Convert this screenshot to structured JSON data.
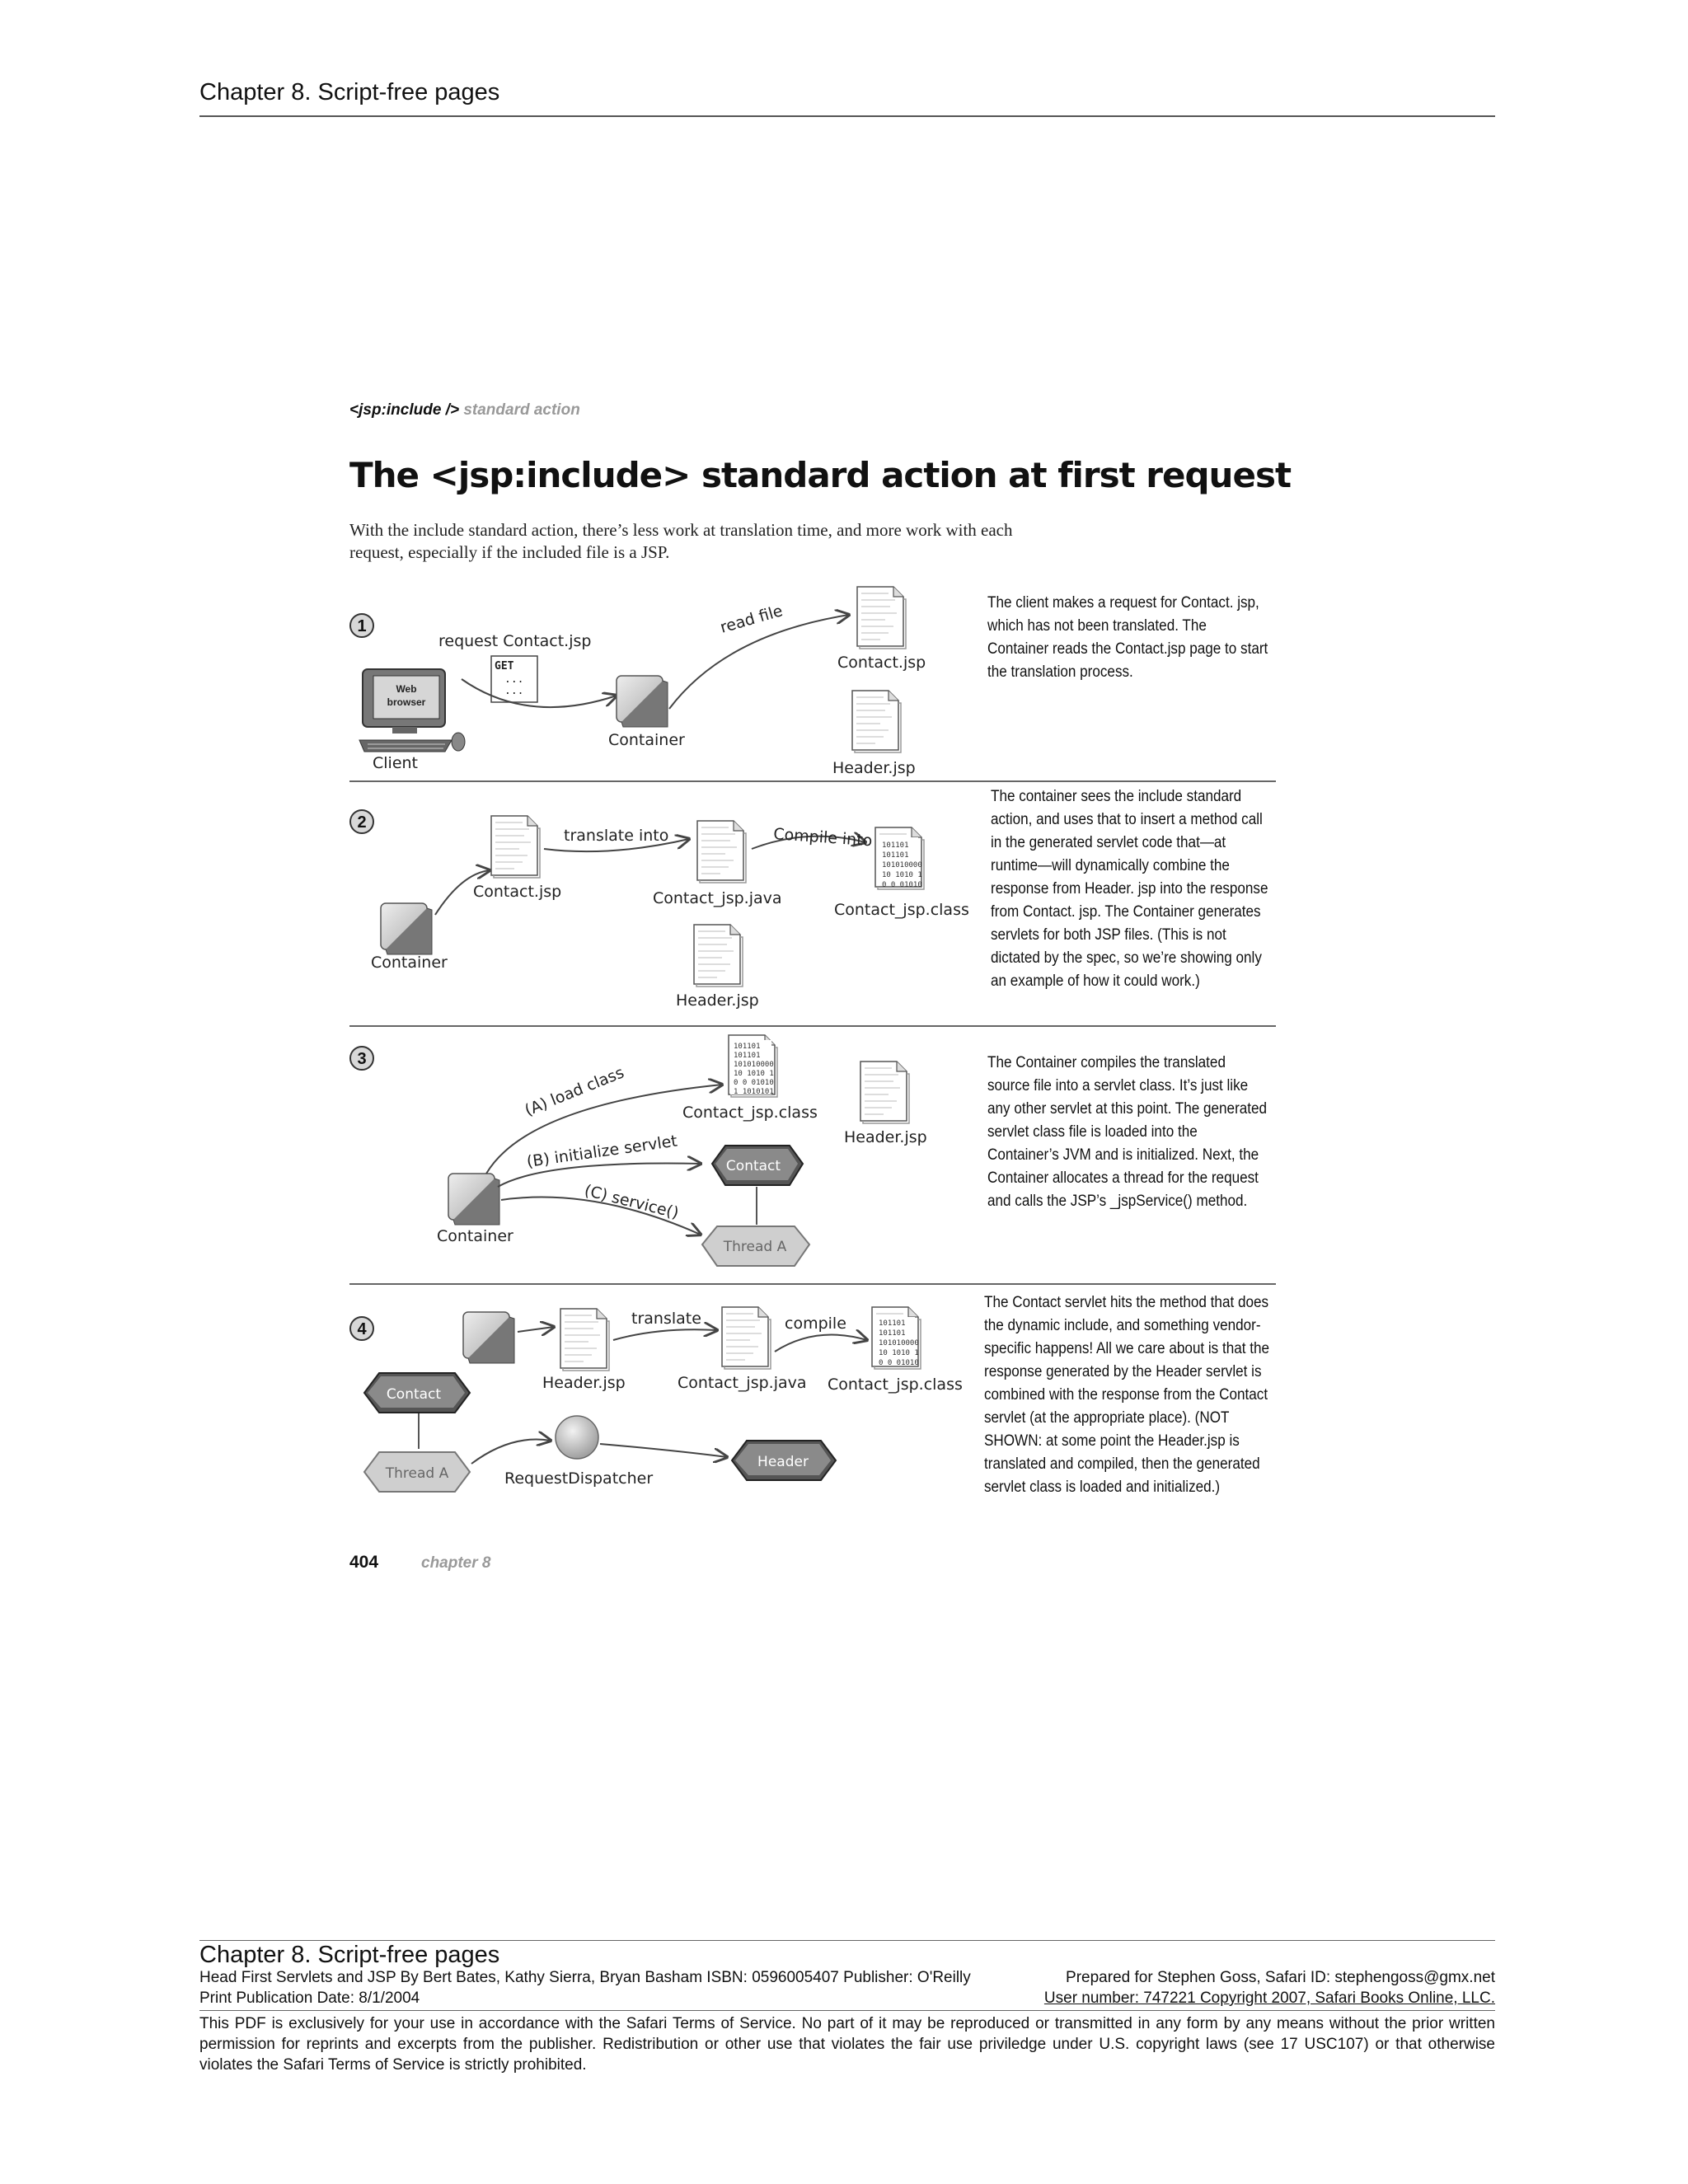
{
  "header": {
    "chapter": "Chapter 8. Script-free pages"
  },
  "page": {
    "kicker_code": "<jsp:include />",
    "kicker_label": " standard action",
    "title": "The <jsp:include> standard action at first request",
    "intro": "With the include standard action, there’s less work at translation time, and more work with each request, especially if the included file is a JSP.",
    "page_number": "404",
    "page_chapter": "chapter 8"
  },
  "steps": [
    {
      "num": "1",
      "desc": "The client makes a request for Contact. jsp, which has not been translated. The Container reads the Contact.jsp page to start the translation process.",
      "labels": {
        "request": "request Contact.jsp",
        "get": "GET",
        "dots": "...",
        "web1": "Web",
        "web2": "browser",
        "client": "Client",
        "container": "Container",
        "read": "read file",
        "contact_jsp": "Contact.jsp",
        "header_jsp": "Header.jsp"
      }
    },
    {
      "num": "2",
      "desc": "The container sees the include standard action, and uses that to insert a method call in the generated servlet code that—at runtime—will dynamically combine the response from Header. jsp into the response from Contact. jsp. The Container generates servlets for both JSP files. (This is not dictated by the spec, so we’re showing only an example of how it could work.)",
      "labels": {
        "container": "Container",
        "contact_jsp": "Contact.jsp",
        "translate": "translate into",
        "java": "Contact_jsp.java",
        "compile": "Compile into",
        "class": "Contact_jsp.class",
        "header_jsp": "Header.jsp"
      }
    },
    {
      "num": "3",
      "desc": "The Container compiles the translated source file into a servlet class.  It’s just like any other servlet at this point. The generated servlet class file is loaded into the Container’s JVM and is initialized. Next, the Container allocates a thread for the request and calls the JSP’s _jspService()  method.",
      "labels": {
        "load": "(A) load class",
        "init": "(B) initialize servlet",
        "service": "(C) service()",
        "class": "Contact_jsp.class",
        "header_jsp": "Header.jsp",
        "contact": "Contact",
        "thread": "Thread A",
        "container": "Container"
      }
    },
    {
      "num": "4",
      "desc": "The Contact servlet hits the method that does the dynamic include, and something vendor-specific happens! All we care about is that the response generated by the Header servlet is combined with the response from the Contact servlet (at the appropriate place). (NOT SHOWN: at some point the Header.jsp is translated and compiled, then the generated servlet class is loaded and initialized.)",
      "labels": {
        "header_jsp": "Header.jsp",
        "translate": "translate",
        "java": "Contact_jsp.java",
        "compile": "compile",
        "class": "Contact_jsp.class",
        "contact": "Contact",
        "thread": "Thread A",
        "rd": "RequestDispatcher",
        "header": "Header"
      }
    }
  ],
  "binary": [
    "101101",
    "101101",
    "101010000",
    "10 1010 1",
    "0 0 01010"
  ],
  "binary3": [
    "101101",
    "101101",
    "101010000",
    "10 1010 1",
    "0 0 01010",
    "1 1010101"
  ],
  "footer": {
    "chapter": "Chapter 8. Script-free pages",
    "book": "Head First Servlets and JSP By Bert Bates, Kathy Sierra, Bryan Basham ISBN: 0596005407 Publisher: O'Reilly",
    "prepared": "Prepared for Stephen Goss, Safari ID: stephengoss@gmx.net",
    "pubdate": "Print Publication Date: 8/1/2004",
    "user": "User number: 747221 Copyright 2007, Safari Books Online, LLC.",
    "terms": "This PDF is exclusively for your use in accordance with the Safari Terms of Service. No part of it may be reproduced or transmitted in any form by any means without the prior written permission for reprints and excerpts from the publisher. Redistribution or other use that violates the fair use priviledge under U.S. copyright laws (see 17 USC107) or that otherwise violates the Safari Terms of Service is strictly prohibited."
  }
}
